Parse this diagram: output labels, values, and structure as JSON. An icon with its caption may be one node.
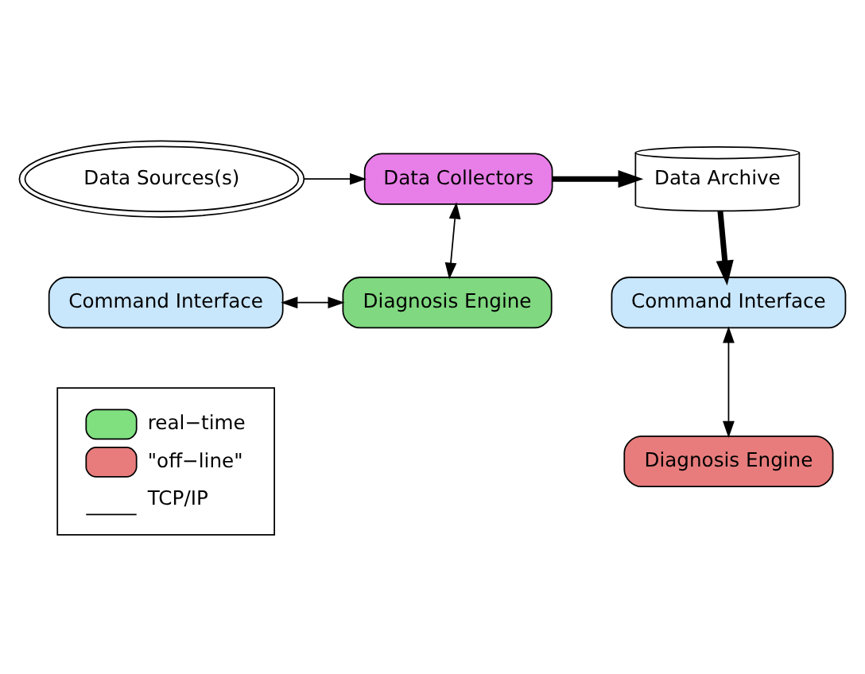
{
  "diagram": {
    "nodes": [
      {
        "text": [
          "Data Sources(s)"
        ]
      },
      {
        "text": [
          "Data Collectors"
        ]
      },
      {
        "text": [
          "Data Archive"
        ]
      },
      {
        "text": [
          "Command Interface"
        ]
      },
      {
        "text": [
          "Diagnosis Engine"
        ]
      },
      {
        "text": [
          "Command Interface"
        ]
      },
      {
        "text": [
          "Diagnosis Engine"
        ]
      }
    ],
    "edges": [
      {
        "from": 0,
        "to": 1,
        "arrow": "to"
      },
      {
        "from": 1,
        "to": 2,
        "arrow": "to",
        "style": "thick"
      },
      {
        "from": 1,
        "to": 4,
        "arrow": "both"
      },
      {
        "from": 3,
        "to": 4,
        "arrow": "both"
      },
      {
        "from": 2,
        "to": 5,
        "arrow": "to",
        "style": "thick"
      },
      {
        "from": 5,
        "to": 6,
        "arrow": "both"
      }
    ],
    "legend": [
      {
        "text": "real−time",
        "color": "#80e080"
      },
      {
        "text": "\"off−line\"",
        "color": "#e87c7c"
      },
      {
        "text": "TCP/IP"
      }
    ]
  }
}
